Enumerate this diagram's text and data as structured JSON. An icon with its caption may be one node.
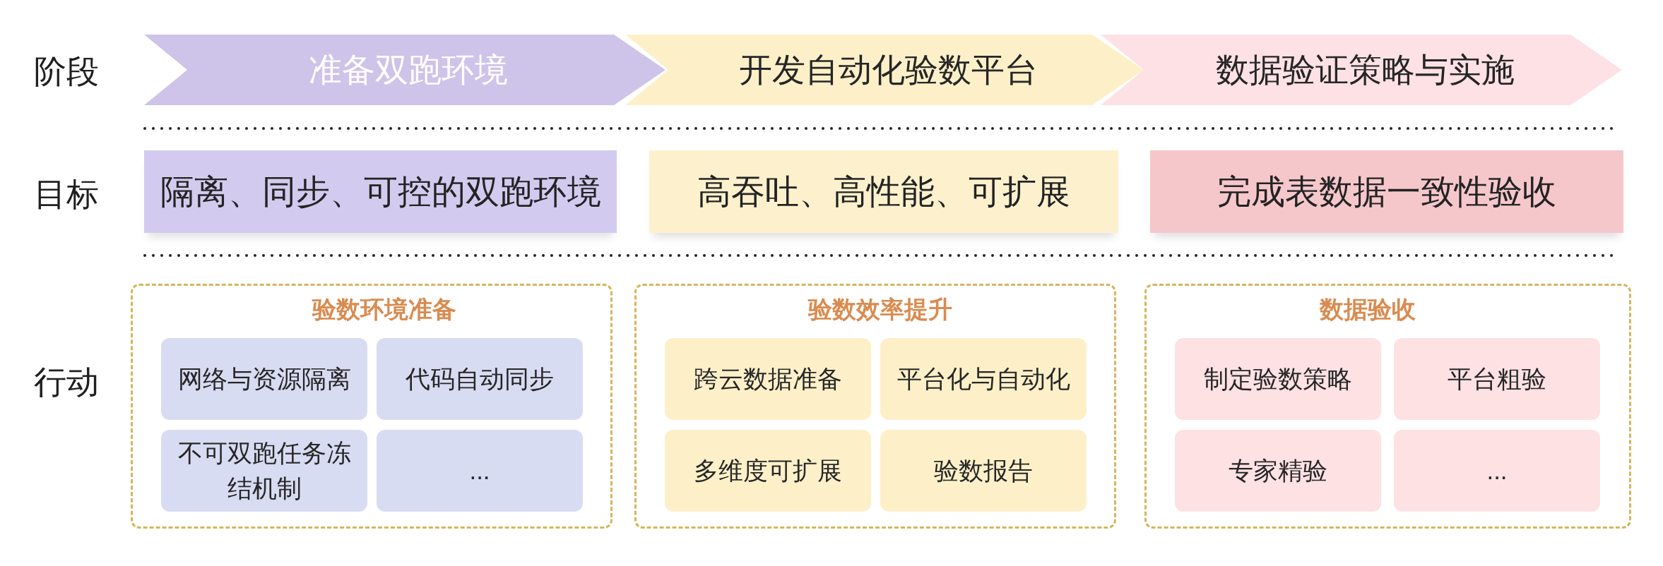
{
  "diagram": {
    "nodes": [
      {
        "text": [
          "准备双跑环境"
        ]
      },
      {
        "text": [
          "开发自动化验数平台"
        ]
      },
      {
        "text": [
          "数据验证策略与实施"
        ]
      },
      {
        "text": [
          "隔离、同步、可控的双跑环境"
        ]
      },
      {
        "text": [
          "高吞吐、高性能、可扩展"
        ]
      },
      {
        "text": [
          "完成表数据一致性验收"
        ]
      },
      {
        "text": [
          "验数环境准备"
        ]
      },
      {
        "text": [
          "网络与资源隔离"
        ],
        "in": 6
      },
      {
        "text": [
          "代码自动同步"
        ],
        "in": 6
      },
      {
        "text": [
          "不可双跑任务冻结机制"
        ],
        "in": 6
      },
      {
        "text": [
          "..."
        ],
        "in": 6
      },
      {
        "text": [
          "验数效率提升"
        ]
      },
      {
        "text": [
          "跨云数据准备"
        ],
        "in": 11
      },
      {
        "text": [
          "平台化与自动化"
        ],
        "in": 11
      },
      {
        "text": [
          "多维度可扩展"
        ],
        "in": 11
      },
      {
        "text": [
          "验数报告"
        ],
        "in": 11
      },
      {
        "text": [
          "数据验收"
        ]
      },
      {
        "text": [
          "制定验数策略"
        ],
        "in": 16
      },
      {
        "text": [
          "平台粗验"
        ],
        "in": 16
      },
      {
        "text": [
          "专家精验"
        ],
        "in": 16
      },
      {
        "text": [
          "..."
        ],
        "in": 16
      }
    ],
    "labels": [
      "阶段",
      "目标",
      "行动"
    ]
  }
}
